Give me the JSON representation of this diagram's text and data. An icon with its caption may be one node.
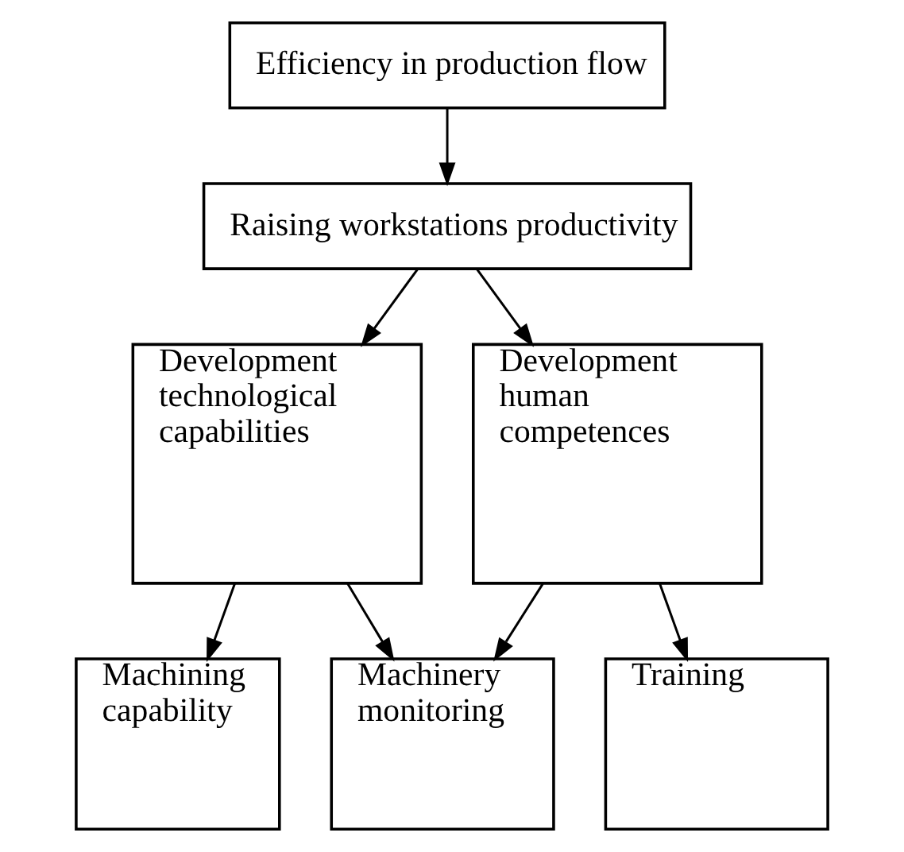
{
  "diagram": {
    "nodes": [
      {
        "text": [
          "Efficiency in production flow"
        ]
      },
      {
        "text": [
          "Raising workstations productivity"
        ]
      },
      {
        "text": [
          "Development technological capabilities"
        ]
      },
      {
        "text": [
          "Development human competences"
        ]
      },
      {
        "text": [
          "Machining capability"
        ]
      },
      {
        "text": [
          "Machinery monitoring"
        ]
      },
      {
        "text": [
          "Training"
        ]
      }
    ],
    "edges": [
      {
        "from": 0,
        "to": 1,
        "arrow": "to"
      },
      {
        "from": 1,
        "to": 2,
        "arrow": "to"
      },
      {
        "from": 1,
        "to": 3,
        "arrow": "to"
      },
      {
        "from": 2,
        "to": 4,
        "arrow": "to"
      },
      {
        "from": 2,
        "to": 5,
        "arrow": "to"
      },
      {
        "from": 3,
        "to": 5,
        "arrow": "to"
      },
      {
        "from": 3,
        "to": 6,
        "arrow": "to"
      }
    ]
  }
}
